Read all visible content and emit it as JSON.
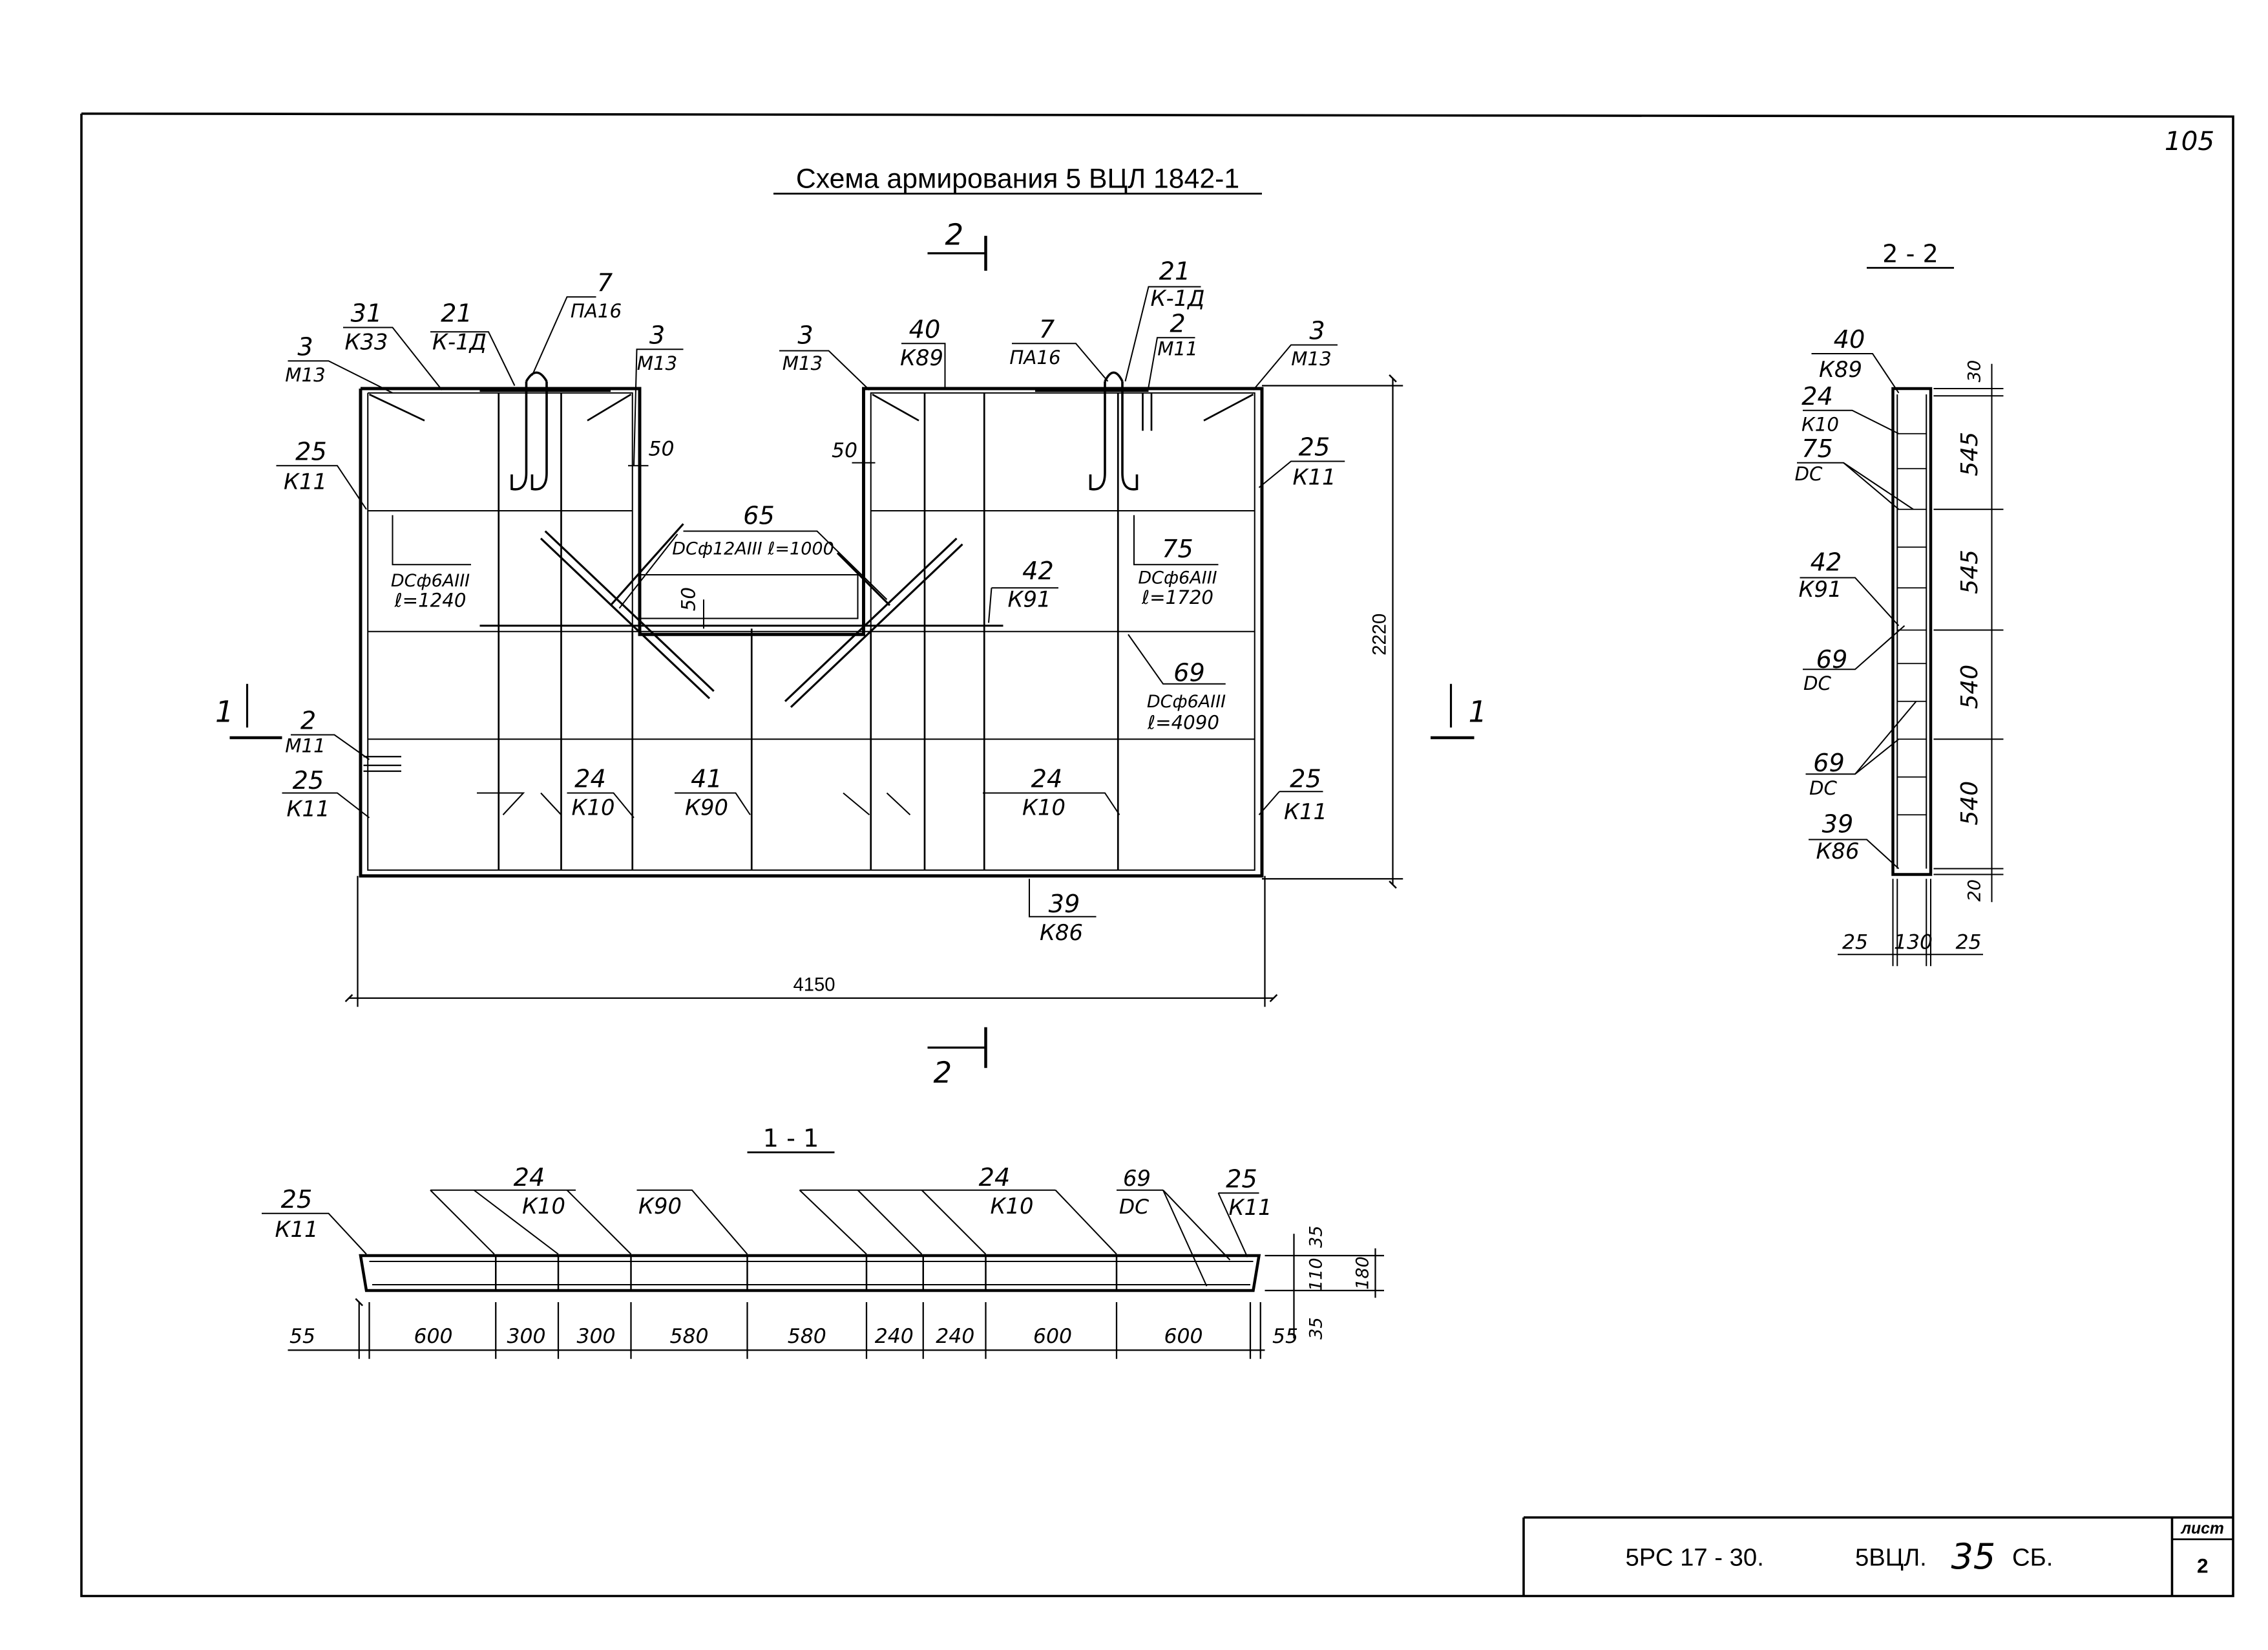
{
  "page_number": "105",
  "title": "Схема армирования 5 ВЦЛ 1842-1",
  "section_marks": {
    "two_top": "2",
    "two_bottom": "2",
    "one_left": "1",
    "one_right": "1"
  },
  "elevation": {
    "labels": {
      "l3a_num": "3",
      "l3a_mark": "М13",
      "l31_num": "31",
      "l31_mark": "К33",
      "l21a_num": "21",
      "l21a_mark": "К-1Д",
      "l7a_num": "7",
      "l7a_mark": "ПА16",
      "l3b_num": "3",
      "l3b_mark": "М13",
      "l3c_num": "3",
      "l3c_mark": "М13",
      "l40_num": "40",
      "l40_mark": "К89",
      "l7b_num": "7",
      "l7b_mark": "ПА16",
      "l21b_num": "21",
      "l21b_mark": "К-1Д",
      "l2a_num": "2",
      "l2a_mark": "М11",
      "l3d_num": "3",
      "l3d_mark": "М13",
      "l25a_num": "25",
      "l25a_mark": "К11",
      "l25b_num": "25",
      "l25b_mark": "К11",
      "l50a": "50",
      "l50b": "50",
      "l50c": "50",
      "l65_num": "65",
      "l65_mark": "DCф12АIII ℓ=1000",
      "dc1_mark": "DCф6АIII",
      "dc1_len": "ℓ=1240",
      "l42_num": "42",
      "l42_mark": "К91",
      "l75_num": "75",
      "l75_mark": "DCф6АIII",
      "l75_len": "ℓ=1720",
      "l69_num": "69",
      "l69_mark": "DCф6АIII",
      "l69_len": "ℓ=4090",
      "l2b_num": "2",
      "l2b_mark": "М11",
      "l25c_num": "25",
      "l25c_mark": "К11",
      "l24a_num": "24",
      "l24a_mark": "К10",
      "l41_num": "41",
      "l41_mark": "К90",
      "l24b_num": "24",
      "l24b_mark": "К10",
      "l25d_num": "25",
      "l25d_mark": "К11",
      "l39_num": "39",
      "l39_mark": "К86"
    },
    "dim_height": "2220",
    "dim_width": "4150"
  },
  "section_1_1": {
    "title": "1 - 1",
    "labels": {
      "l25a_num": "25",
      "l25a_mark": "К11",
      "l24a_num": "24",
      "l24a_mark": "К10",
      "l90_mark": "К90",
      "l24b_num": "24",
      "l24b_mark": "К10",
      "l69_num": "69",
      "l69_mark": "DC",
      "l25b_num": "25",
      "l25b_mark": "К11"
    },
    "dims_bottom": [
      "55",
      "600",
      "300",
      "300",
      "580",
      "580",
      "240",
      "240",
      "600",
      "600",
      "55"
    ],
    "dims_right": [
      "35",
      "110",
      "35"
    ],
    "dim_total": "180"
  },
  "section_2_2": {
    "title": "2 - 2",
    "labels": {
      "l40_num": "40",
      "l40_mark": "К89",
      "l24_num": "24",
      "l24_mark": "К10",
      "l75_num": "75",
      "l75_mark": "DC",
      "l42_num": "42",
      "l42_mark": "К91",
      "l69a_num": "69",
      "l69a_mark": "DC",
      "l69b_num": "69",
      "l69b_mark": "DC",
      "l39_num": "39",
      "l39_mark": "К86"
    },
    "dims_right": [
      "30",
      "545",
      "545",
      "540",
      "540",
      "20"
    ],
    "dims_bottom": [
      "25",
      "130",
      "25"
    ]
  },
  "title_block": {
    "code_left": "5РС 17 - 30.",
    "code_right_prefix": "5ВЦЛ.",
    "code_number": "35",
    "code_suffix": "СБ.",
    "sheet_label": "лист",
    "sheet_number": "2"
  }
}
